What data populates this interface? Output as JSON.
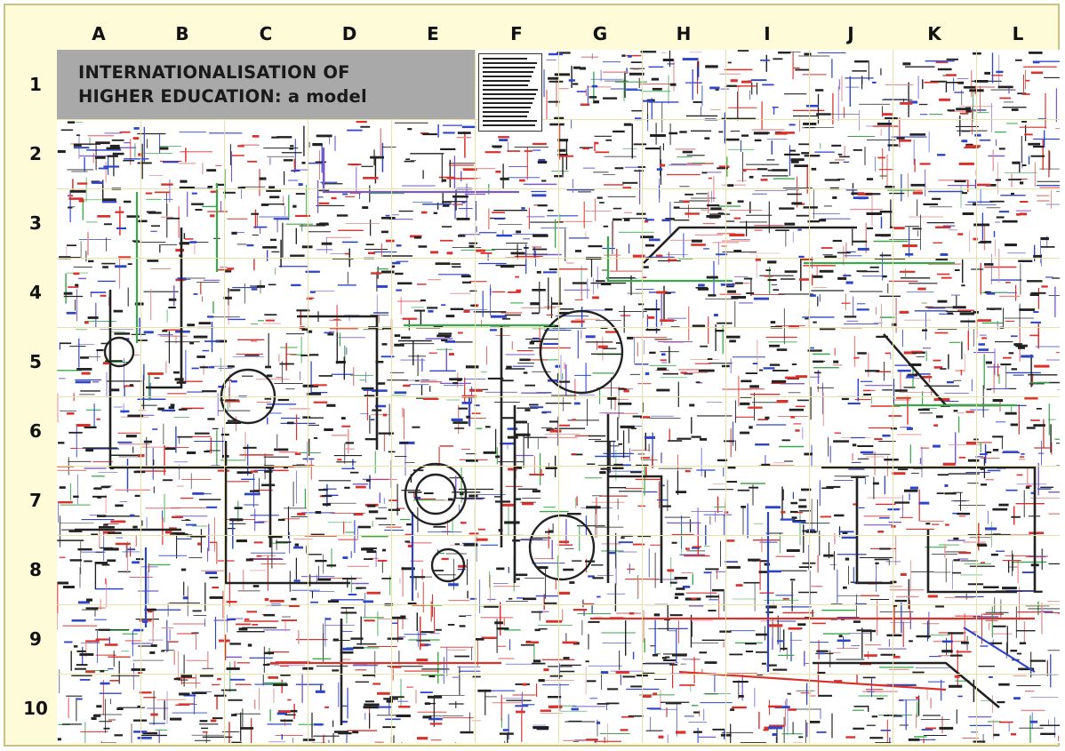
{
  "diagram": {
    "title_line1": "INTERNATIONALISATION OF",
    "title_line2_main": "HIGHER EDUCATION:",
    "title_line2_sub": " a model",
    "columns": [
      "A",
      "B",
      "C",
      "D",
      "E",
      "F",
      "G",
      "H",
      "I",
      "J",
      "K",
      "L"
    ],
    "rows": [
      "1",
      "2",
      "3",
      "4",
      "5",
      "6",
      "7",
      "8",
      "9",
      "10"
    ],
    "colors": {
      "frame": "#fdfbd8",
      "grid": "#e6e1a6",
      "title_bg": "#a9a9a9",
      "path_black": "#222222",
      "path_red": "#d9312b",
      "path_blue": "#2f45c8",
      "path_green": "#3aa84a",
      "path_pink": "#e08a8a",
      "path_purple": "#7a5ac8"
    }
  }
}
